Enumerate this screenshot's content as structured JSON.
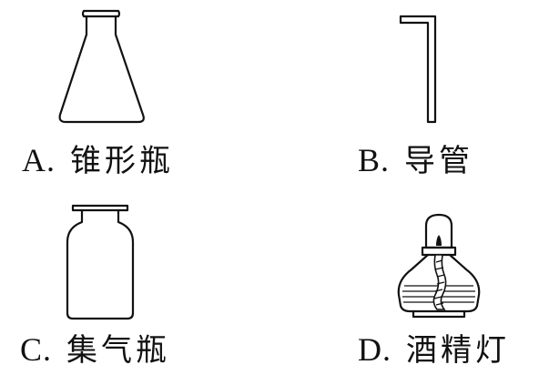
{
  "items": [
    {
      "letter": "A.",
      "name": "锥形瓶",
      "icon": "conical-flask-icon"
    },
    {
      "letter": "B.",
      "name": "导管",
      "icon": "bent-tube-icon"
    },
    {
      "letter": "C.",
      "name": "集气瓶",
      "icon": "gas-jar-icon"
    },
    {
      "letter": "D.",
      "name": "酒精灯",
      "icon": "alcohol-lamp-icon"
    }
  ]
}
